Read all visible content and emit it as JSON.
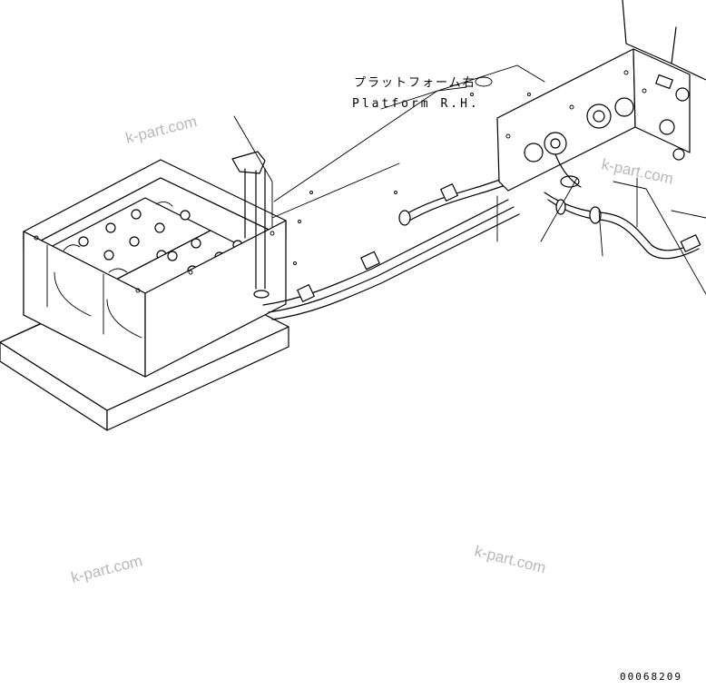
{
  "callout": {
    "label_jp": "プラットフォーム右",
    "label_en": "Platform R.H."
  },
  "watermarks": [
    "k-part.com",
    "k-part.com",
    "k-part.com",
    "k-part.com"
  ],
  "drawing_number": "00068209",
  "colors": {
    "line": "#000000",
    "watermark": "#b8b8b8",
    "background": "#ffffff"
  }
}
